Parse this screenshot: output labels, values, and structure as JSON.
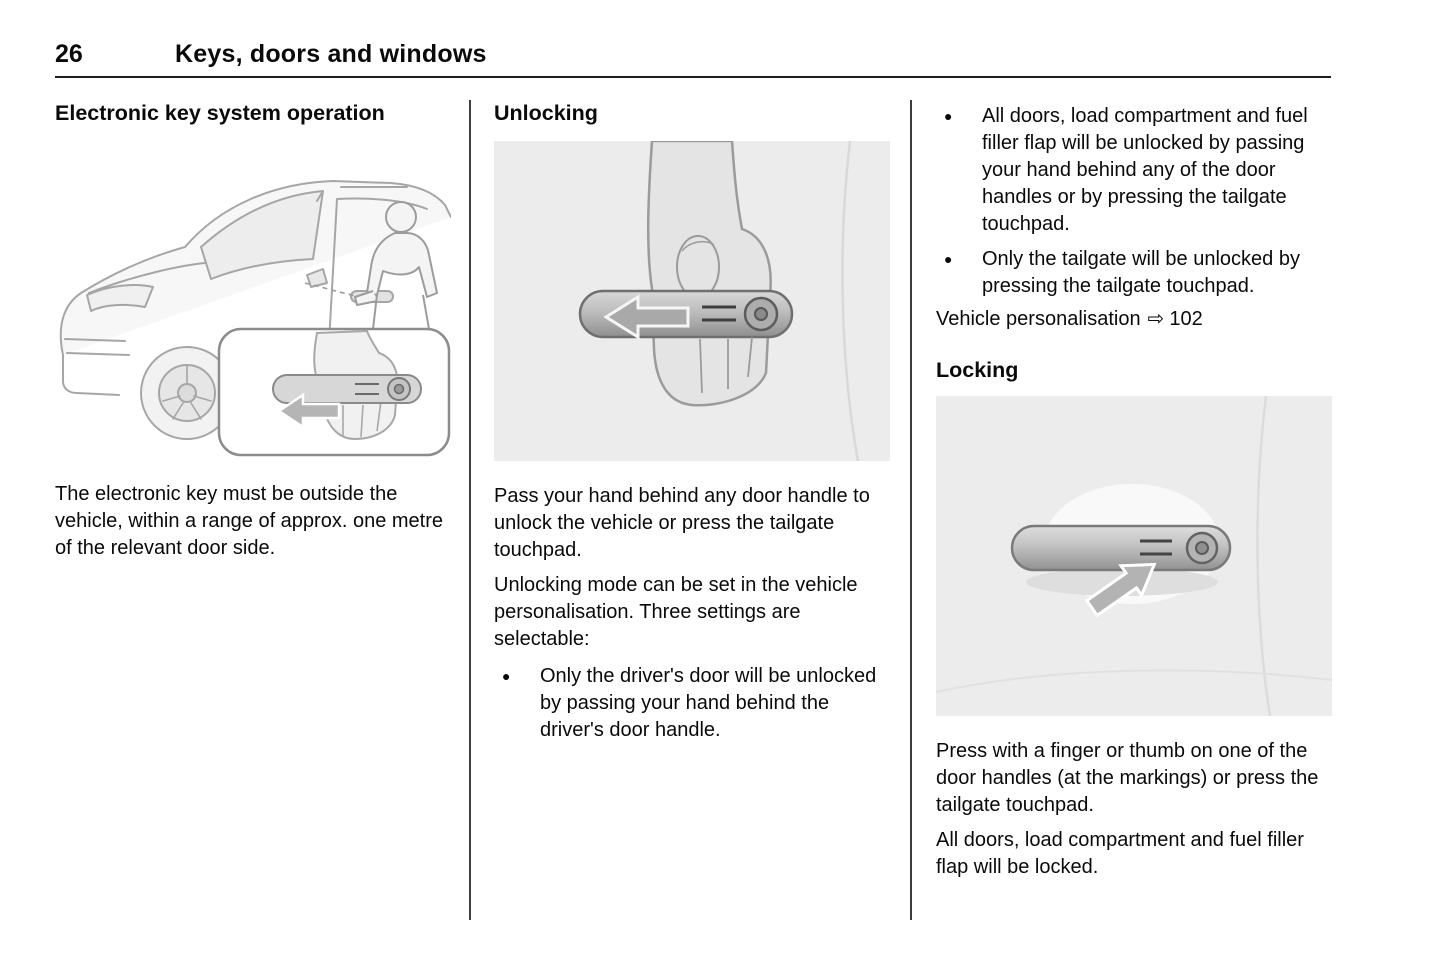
{
  "page": {
    "number": "26",
    "title": "Keys, doors and windows"
  },
  "glyphs": {
    "bullet": "●",
    "ref_arrow": "⇨"
  },
  "left_column": {
    "heading": "Electronic key system operation",
    "body": "The electronic key must be outside the vehicle, within a range of approx. one metre of the relevant door side."
  },
  "middle_column": {
    "heading": "Unlocking",
    "para1": "Pass your hand behind any door handle to unlock the vehicle or press the tailgate touchpad.",
    "para2": "Unlocking mode can be set in the vehicle personalisation. Three settings are selectable:",
    "bullets": [
      "Only the driver's door will be unlocked by passing your hand behind the driver's door handle."
    ]
  },
  "right_column": {
    "bullets": [
      "All doors, load compartment and fuel filler flap will be unlocked by passing your hand behind any of the door handles or by pressing the tailgate touchpad.",
      "Only the tailgate will be unlocked by pressing the tailgate touchpad."
    ],
    "reference": {
      "label": "Vehicle personalisation",
      "page": "102"
    },
    "locking_heading": "Locking",
    "para1": "Press with a finger or thumb on one of the door handles (at the markings) or press the tailgate touchpad.",
    "para2": "All doors, load compartment and fuel filler flap will be locked."
  }
}
